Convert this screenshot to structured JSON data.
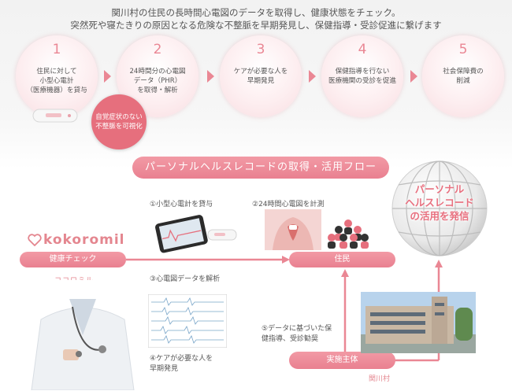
{
  "intro": {
    "line1": "関川村の住民の長時間心電図のデータを取得し、健康状態をチェック。",
    "line2": "突然死や寝たきりの原因となる危険な不整脈を早期発見し、保健指導・受診促進に繋げます"
  },
  "steps": [
    {
      "num": "1",
      "text": "住民に対して\n小型心電計\n（医療機器）を貸与"
    },
    {
      "num": "2",
      "text": "24時間分の心電図\nデータ（PHR）\nを取得・解析"
    },
    {
      "num": "3",
      "text": "ケアが必要な人を\n早期発見"
    },
    {
      "num": "4",
      "text": "保健指導を行ない\n医療機関の受診を促進"
    },
    {
      "num": "5",
      "text": "社会保障費の\n削減"
    }
  ],
  "badge": "自覚症状のない\n不整脈を可視化",
  "flow_title": "パーソナルヘルスレコードの取得・活用フロー",
  "globe_text": "パーソナル\nヘルスレコード\nの活用を発信",
  "logo": {
    "text": "kokoromil",
    "subtitle": "ココロミル"
  },
  "labels": {
    "lend": "①小型心電計を貸与",
    "measure": "②24時間心電図を計測",
    "analyze": "③心電図データを解析",
    "care": "④ケアが必要な人を\n早期発見",
    "guidance": "⑤データに基づいた保\n健指導、受診勧奨"
  },
  "pills": {
    "checkup": "健康チェック",
    "resident": "住民",
    "operator": "実施主体"
  },
  "village": "関川村",
  "colors": {
    "accent": "#ea8794",
    "badge": "#e66f7d"
  }
}
